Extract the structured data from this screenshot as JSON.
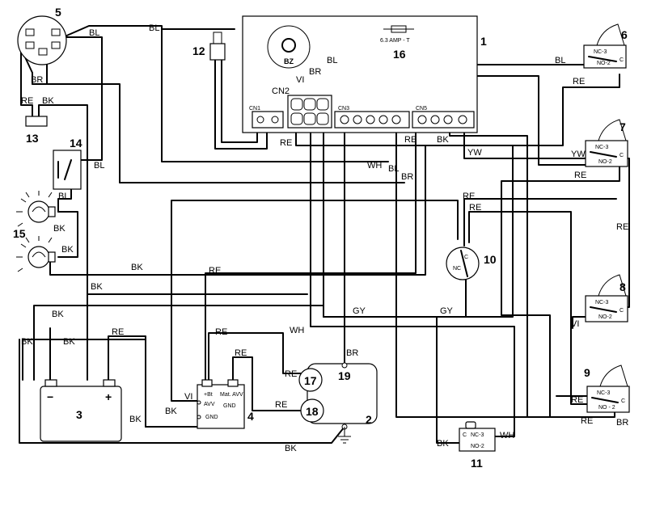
{
  "components": {
    "n1": "1",
    "n2": "2",
    "n3": "3",
    "n4": "4",
    "n5": "5",
    "n6": "6",
    "n7": "7",
    "n8": "8",
    "n9": "9",
    "n10": "10",
    "n11": "11",
    "n12": "12",
    "n13": "13",
    "n14": "14",
    "n15": "15",
    "n16": "16",
    "n17": "17",
    "n18": "18",
    "n19": "19"
  },
  "connectors": {
    "cn1": "CN1",
    "cn2": "CN2",
    "cn3": "CN3",
    "cn5": "CN5"
  },
  "buzzer": "BZ",
  "fuse": "6.3 AMP - T",
  "battery": {
    "minus": "−",
    "plus": "+"
  },
  "module": {
    "bt": "+Bt",
    "mat_avv": "Mat. AVV",
    "avv": "AVV",
    "gnd": "GND",
    "gnd2": "GND"
  },
  "switch": {
    "nc3": "NC-3",
    "no2": "NO-2",
    "c": "C",
    "nc": "NC",
    "no2b": "NO - 2"
  },
  "wires": {
    "bl": "BL",
    "br": "BR",
    "re": "RE",
    "bk": "BK",
    "vi": "VI",
    "wh": "WH",
    "yw": "YW",
    "gy": "GY"
  }
}
